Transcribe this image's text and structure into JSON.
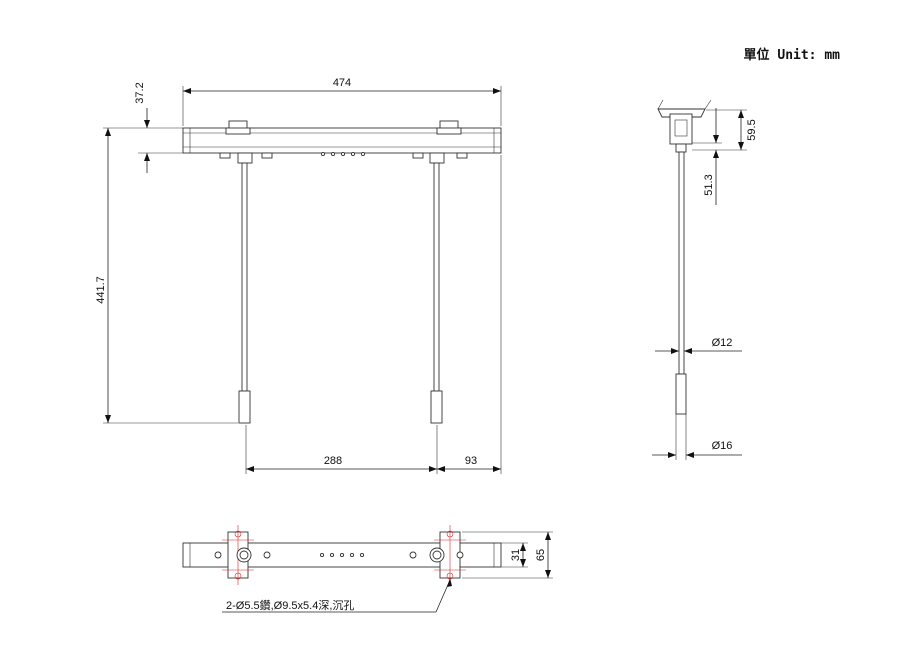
{
  "header": {
    "unit_label": "單位 Unit: mm"
  },
  "front_view": {
    "width": "474",
    "top_height": "37.2",
    "total_height": "441.7",
    "bottom_spacing": "288",
    "right_offset": "93"
  },
  "side_view": {
    "top_height": "59.5",
    "inner_height": "51.3",
    "rod_diameter": "Ø12",
    "foot_diameter": "Ø16"
  },
  "bottom_view": {
    "inner_depth": "31",
    "outer_depth": "65",
    "hole_note": "2-Ø5.5鑽,Ø9.5x5.4深,沉孔"
  }
}
